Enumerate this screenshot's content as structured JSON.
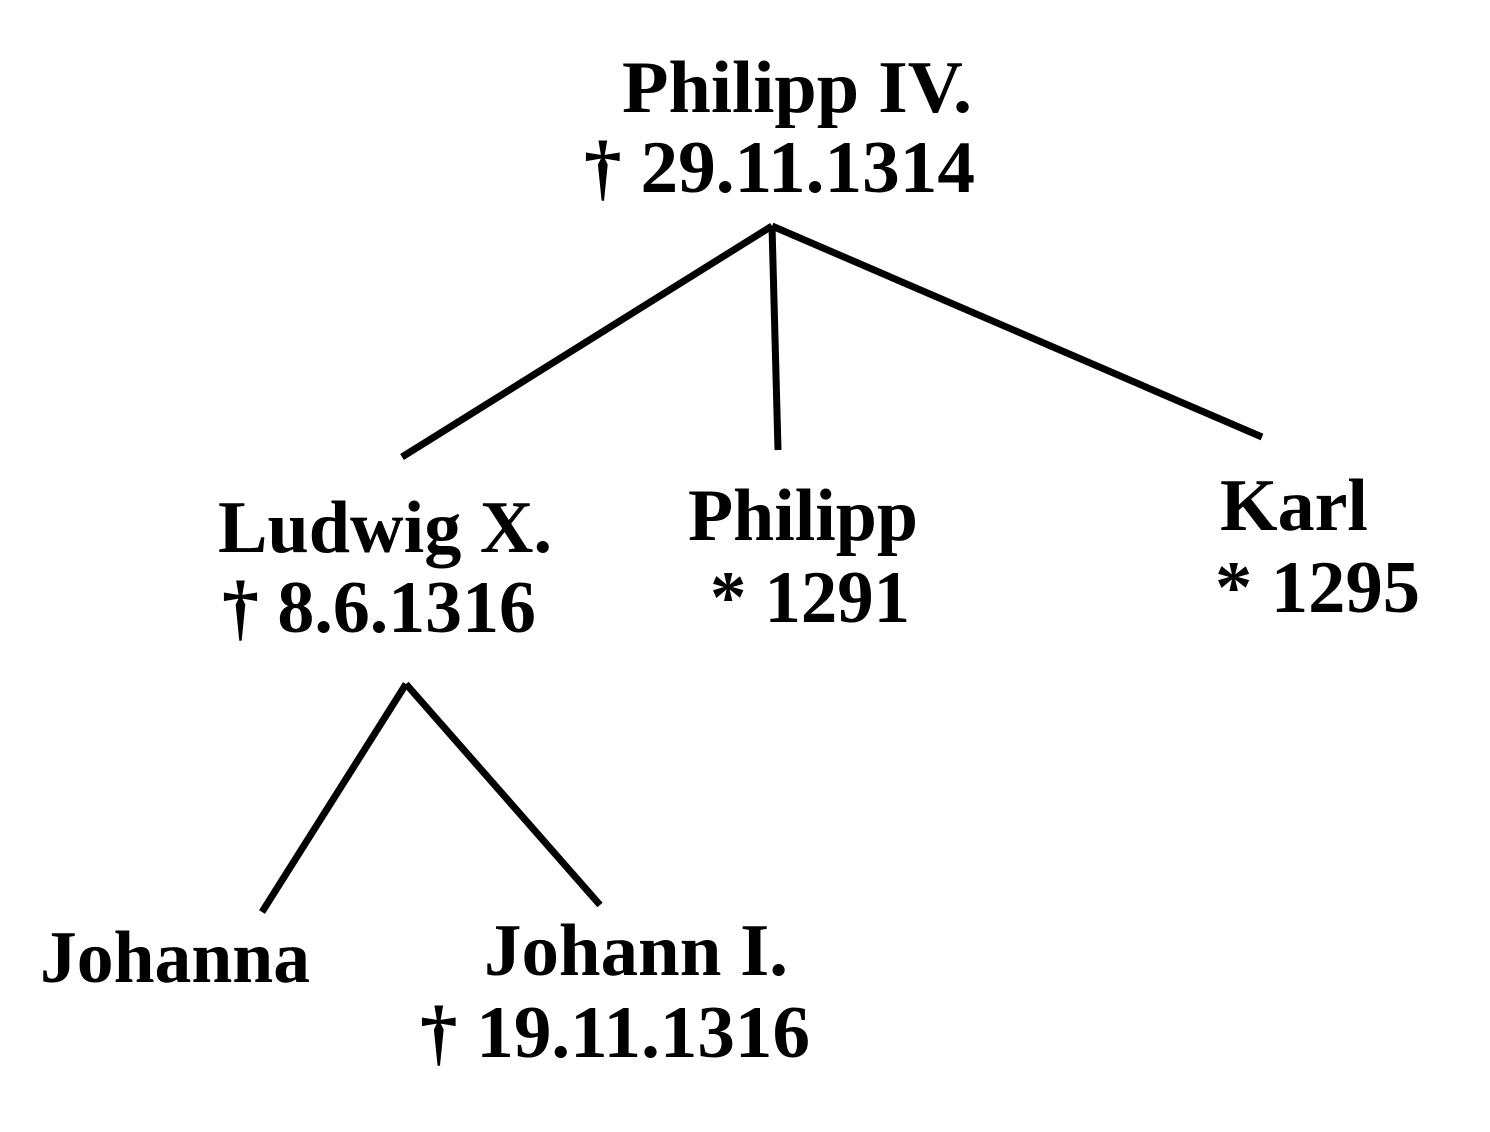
{
  "title": "Family tree of Philipp IV.",
  "colors": {
    "ink": "#000000",
    "background": "#ffffff"
  },
  "nodes": {
    "philipp_iv": {
      "name": "Philipp IV.",
      "date": "† 29.11.1314"
    },
    "ludwig_x": {
      "name": "Ludwig X.",
      "date": "† 8.6.1316"
    },
    "philipp": {
      "name": "Philipp",
      "date": "* 1291"
    },
    "karl": {
      "name": "Karl",
      "date": "* 1295"
    },
    "johanna": {
      "name": "Johanna"
    },
    "johann_i": {
      "name": "Johann I.",
      "date": "† 19.11.1316"
    }
  },
  "edges": [
    {
      "from": "philipp_iv",
      "to": "ludwig_x"
    },
    {
      "from": "philipp_iv",
      "to": "philipp"
    },
    {
      "from": "philipp_iv",
      "to": "karl"
    },
    {
      "from": "ludwig_x",
      "to": "johanna"
    },
    {
      "from": "ludwig_x",
      "to": "johann_i"
    }
  ]
}
